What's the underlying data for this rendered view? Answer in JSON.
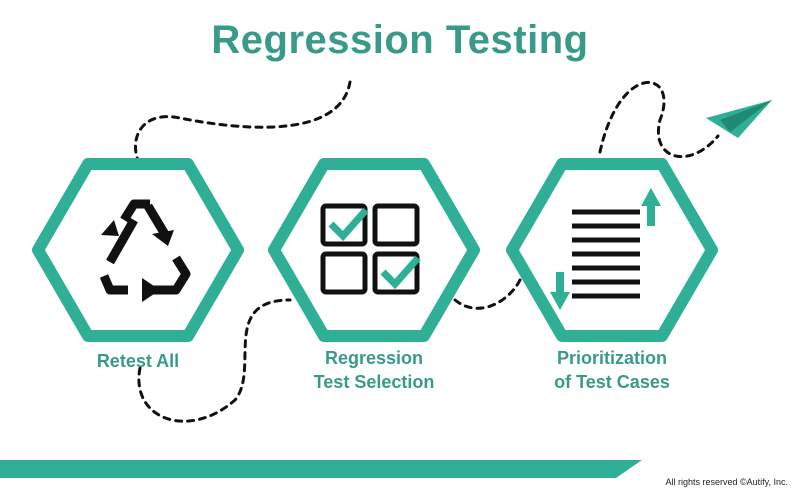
{
  "title": "Regression Testing",
  "steps": [
    {
      "label_lines": [
        "Retest All"
      ],
      "icon": "recycle-icon"
    },
    {
      "label_lines": [
        "Regression",
        "Test Selection"
      ],
      "icon": "checkbox-grid-icon"
    },
    {
      "label_lines": [
        "Prioritization",
        "of Test Cases"
      ],
      "icon": "priority-list-icon"
    }
  ],
  "footer": {
    "copyright": "All rights reserved ©Autify, Inc."
  },
  "colors": {
    "accent": "#2fb096",
    "text": "#3a9a8a",
    "ink": "#111111"
  }
}
